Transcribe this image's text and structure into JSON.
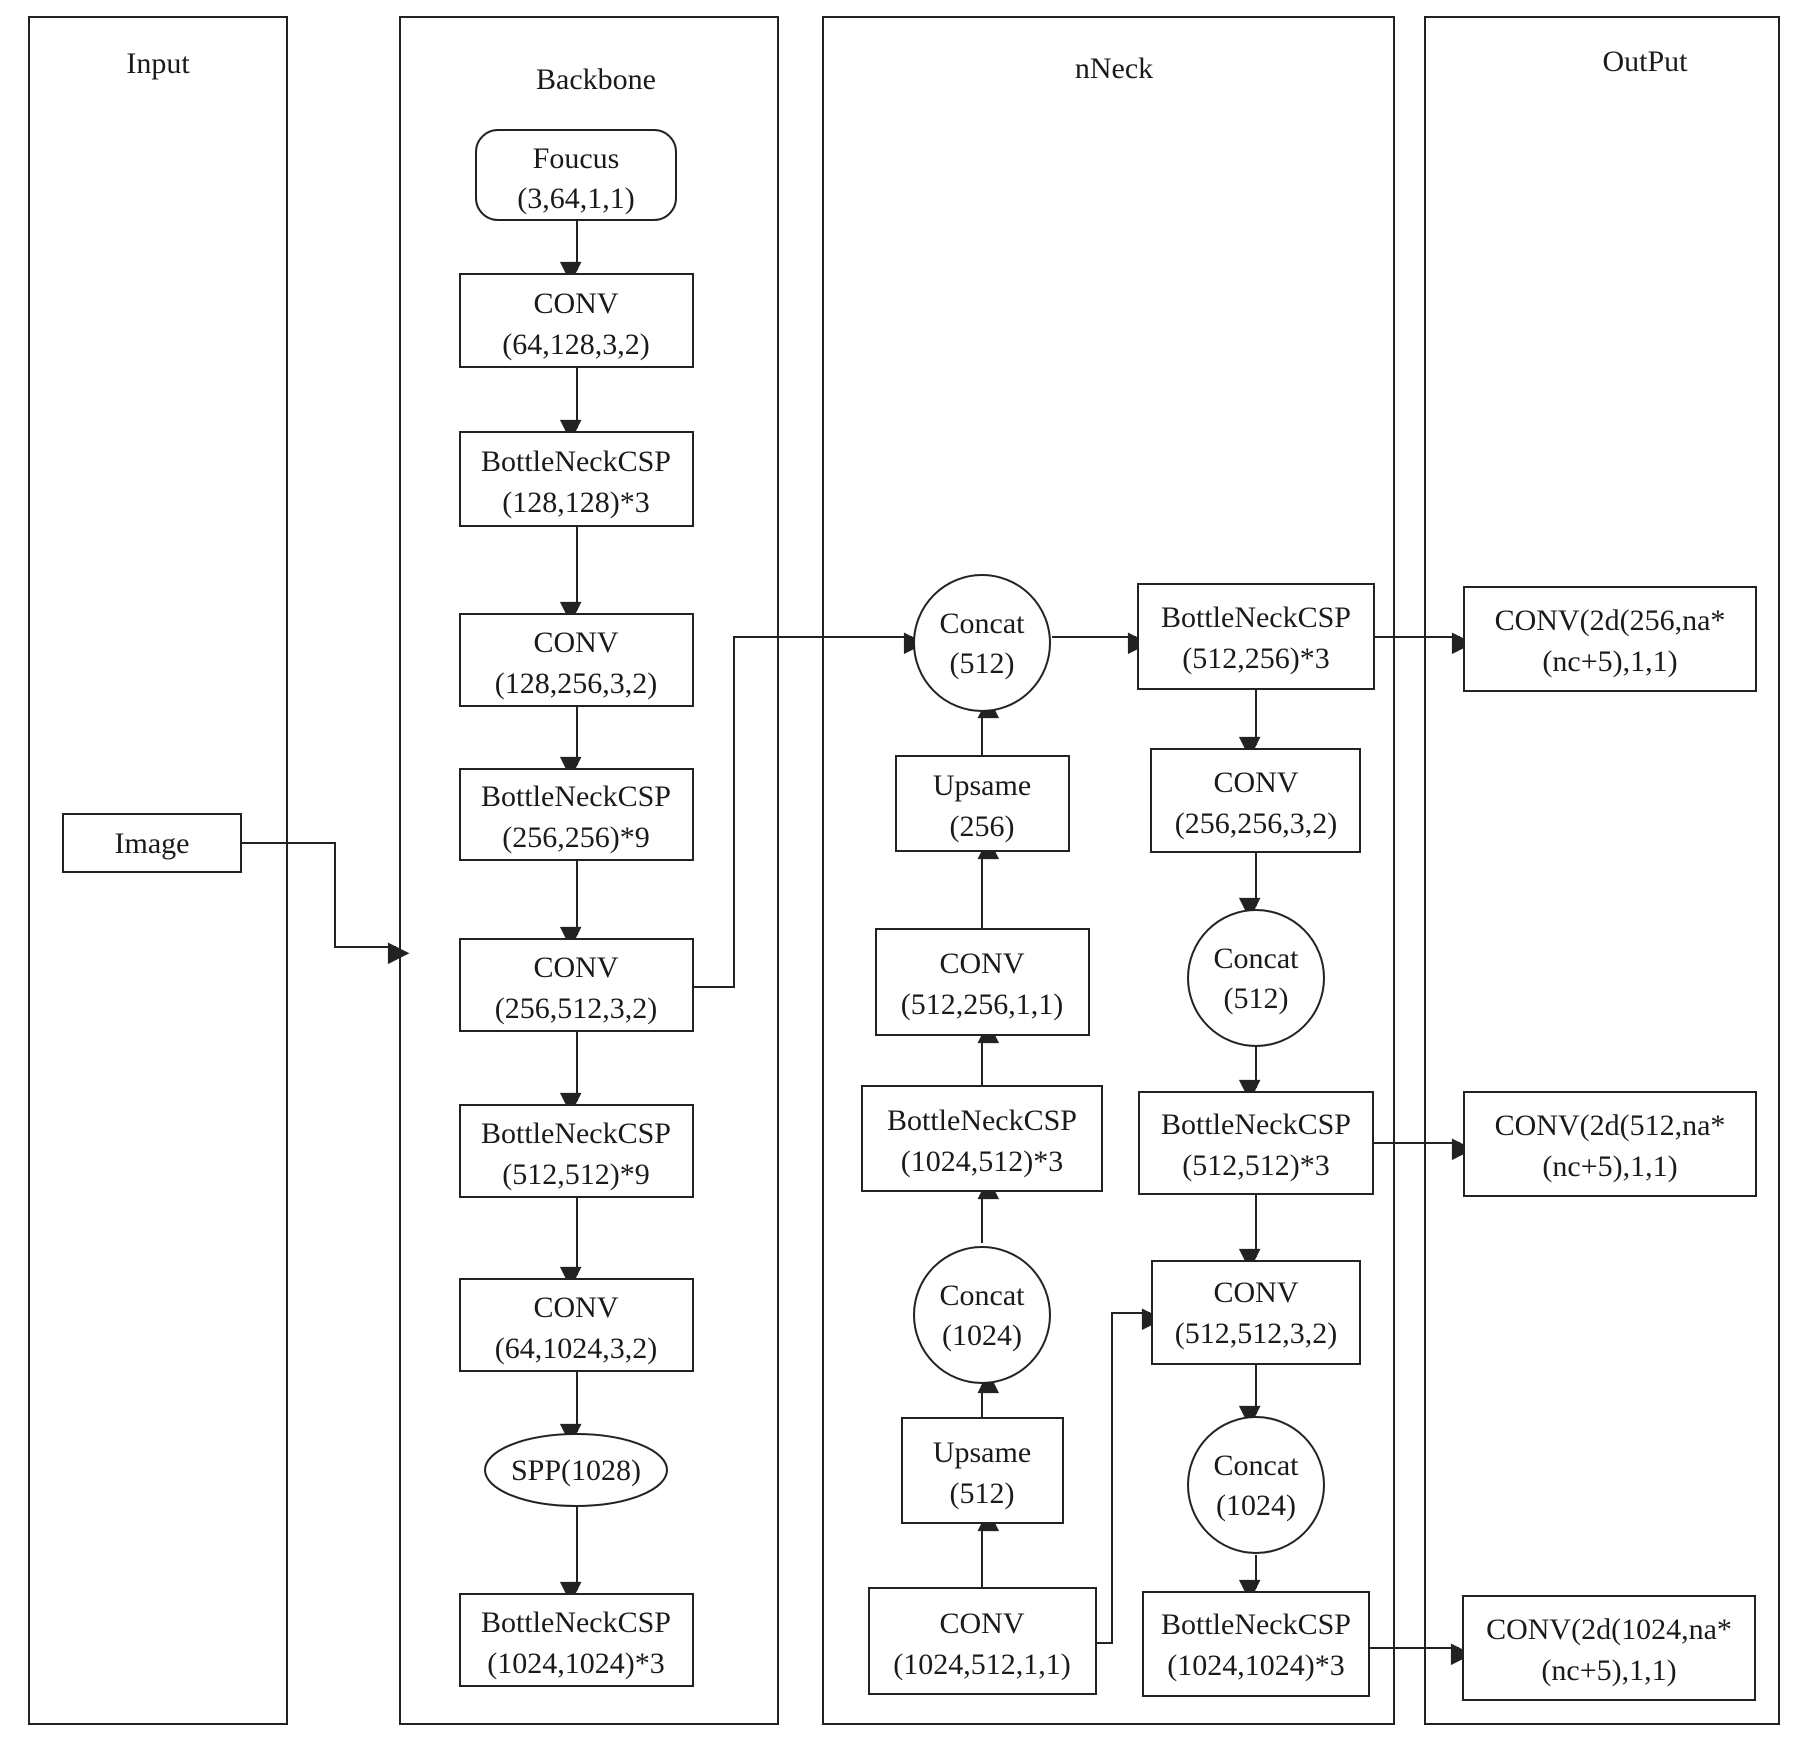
{
  "panels": {
    "input": "Input",
    "backbone": "Backbone",
    "neck": "nNeck",
    "output": "OutPut"
  },
  "nodes": {
    "image": [
      "Image"
    ],
    "focus": [
      "Foucus",
      "(3,64,1,1)"
    ],
    "bb_conv1": [
      "CONV",
      "(64,128,3,2)"
    ],
    "bb_csp1": [
      "BottleNeckCSP",
      "(128,128)*3"
    ],
    "bb_conv2": [
      "CONV",
      "(128,256,3,2)"
    ],
    "bb_csp2": [
      "BottleNeckCSP",
      "(256,256)*9"
    ],
    "bb_conv3": [
      "CONV",
      "(256,512,3,2)"
    ],
    "bb_csp3": [
      "BottleNeckCSP",
      "(512,512)*9"
    ],
    "bb_conv4": [
      "CONV",
      "(64,1024,3,2)"
    ],
    "spp": [
      "SPP(1028)"
    ],
    "bb_csp4": [
      "BottleNeckCSP",
      "(1024,1024)*3"
    ],
    "nk_concat1": [
      "Concat",
      "(512)"
    ],
    "nk_upsame1": [
      "Upsame",
      "(256)"
    ],
    "nk_conv1": [
      "CONV",
      "(512,256,1,1)"
    ],
    "nk_csp1": [
      "BottleNeckCSP",
      "(1024,512)*3"
    ],
    "nk_concat2": [
      "Concat",
      "(1024)"
    ],
    "nk_upsame2": [
      "Upsame",
      "(512)"
    ],
    "nk_conv2": [
      "CONV",
      "(1024,512,1,1)"
    ],
    "nk_csp2": [
      "BottleNeckCSP",
      "(512,256)*3"
    ],
    "nk_conv3": [
      "CONV",
      "(256,256,3,2)"
    ],
    "nk_concat3": [
      "Concat",
      "(512)"
    ],
    "nk_csp3": [
      "BottleNeckCSP",
      "(512,512)*3"
    ],
    "nk_conv4": [
      "CONV",
      "(512,512,3,2)"
    ],
    "nk_concat4": [
      "Concat",
      "(1024)"
    ],
    "nk_csp4": [
      "BottleNeckCSP",
      "(1024,1024)*3"
    ],
    "out1": [
      "CONV(2d(256,na*",
      "(nc+5),1,1)"
    ],
    "out2": [
      "CONV(2d(512,na*",
      "(nc+5),1,1)"
    ],
    "out3": [
      "CONV(2d(1024,na*",
      "(nc+5),1,1)"
    ]
  },
  "colors": {
    "stroke": "#222222",
    "text": "#1a1a1a",
    "background": "#ffffff"
  }
}
